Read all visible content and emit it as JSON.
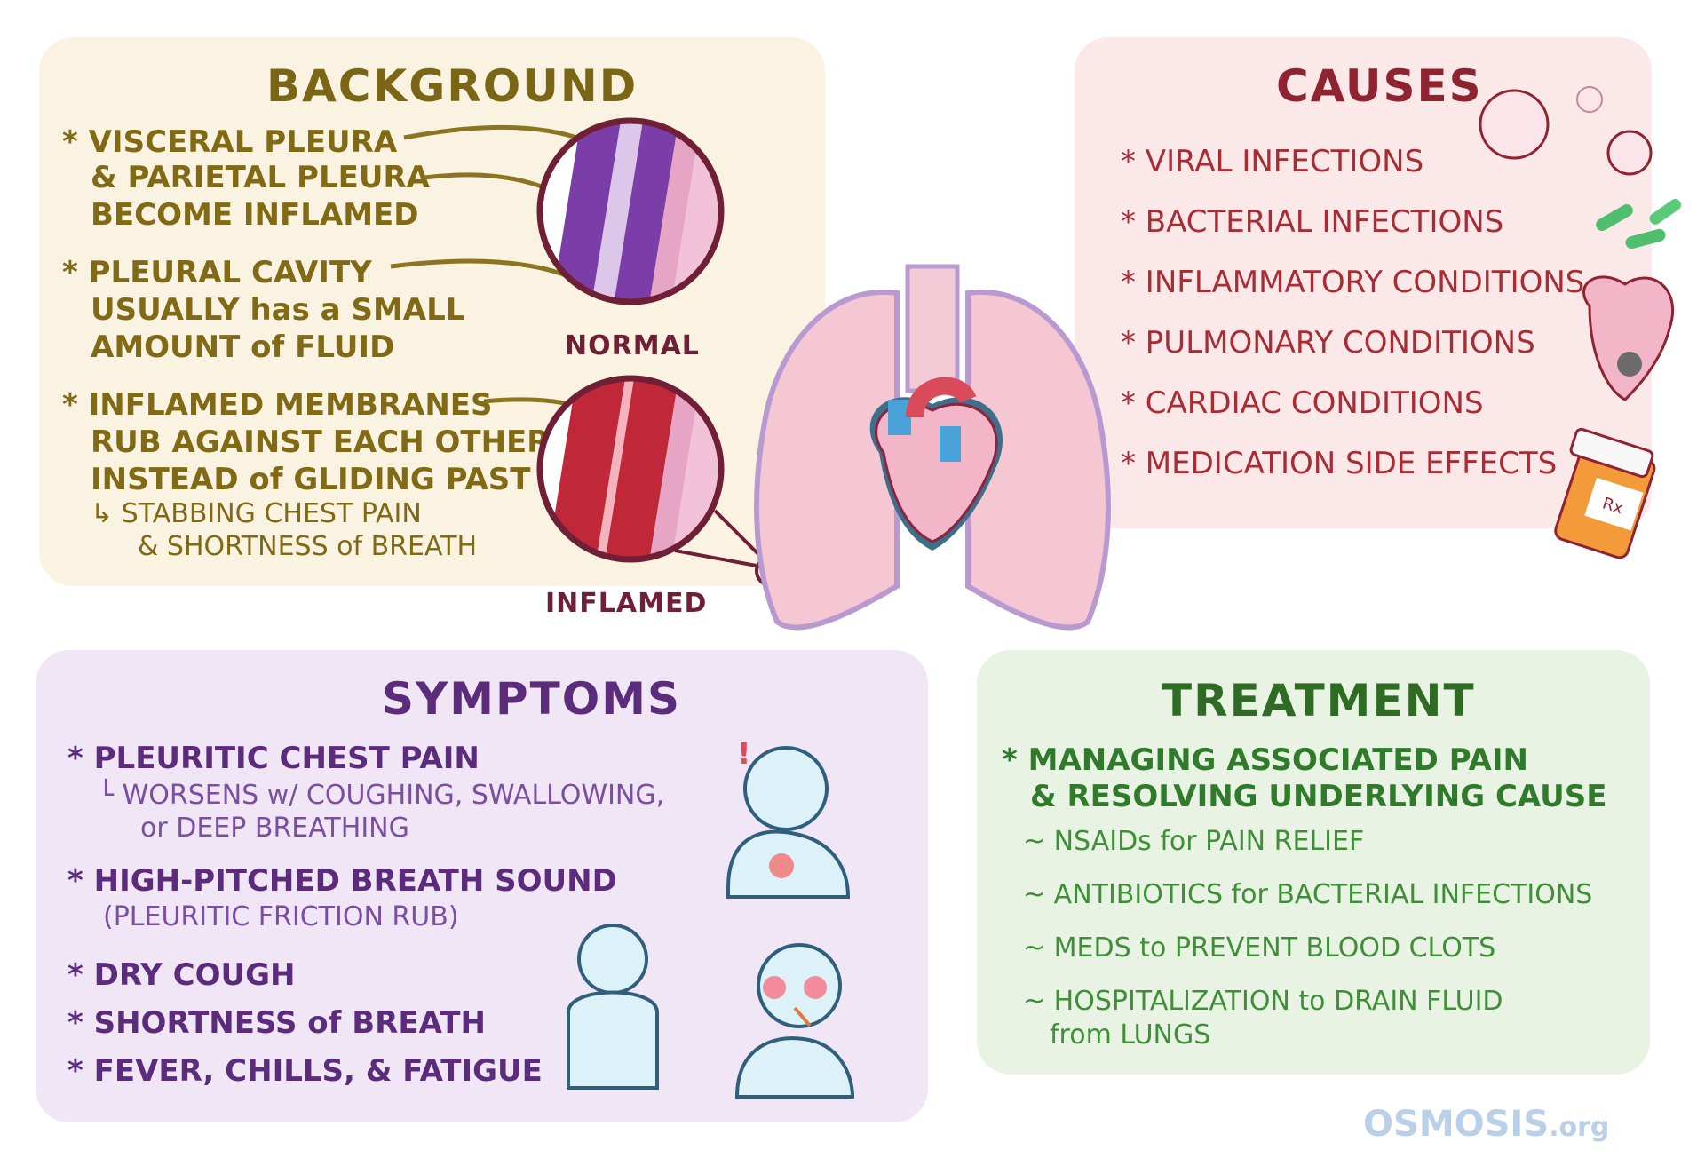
{
  "background": {
    "title": "BACKGROUND",
    "bullet1": [
      "* VISCERAL PLEURA",
      "& PARIETAL PLEURA",
      "BECOME INFLAMED"
    ],
    "bullet2": [
      "* PLEURAL CAVITY",
      "USUALLY has a SMALL",
      "AMOUNT of FLUID"
    ],
    "bullet3": [
      "* INFLAMED MEMBRANES",
      "RUB AGAINST EACH OTHER",
      "INSTEAD of GLIDING PAST"
    ],
    "sub": [
      "↳ STABBING CHEST PAIN",
      "& SHORTNESS of BREATH"
    ],
    "label_normal": "NORMAL",
    "label_inflamed": "INFLAMED"
  },
  "causes": {
    "title": "CAUSES",
    "items": [
      "* VIRAL INFECTIONS",
      "* BACTERIAL INFECTIONS",
      "* INFLAMMATORY CONDITIONS",
      "* PULMONARY CONDITIONS",
      "* CARDIAC CONDITIONS",
      "* MEDICATION SIDE EFFECTS"
    ],
    "rx_label": "Rx"
  },
  "symptoms": {
    "title": "SYMPTOMS",
    "item1": "* PLEURITIC CHEST PAIN",
    "item1_sub": [
      "└ WORSENS w/ COUGHING, SWALLOWING,",
      "or DEEP BREATHING"
    ],
    "item2": "* HIGH-PITCHED BREATH SOUND",
    "item2_sub": "(PLEURITIC FRICTION RUB)",
    "item3": "* DRY COUGH",
    "item4": "* SHORTNESS of BREATH",
    "item5": "* FEVER, CHILLS, & FATIGUE",
    "alert_mark": "!"
  },
  "treatment": {
    "title": "TREATMENT",
    "main": [
      "* MANAGING ASSOCIATED PAIN",
      "& RESOLVING UNDERLYING CAUSE"
    ],
    "items": [
      "~ NSAIDs for PAIN RELIEF",
      "~ ANTIBIOTICS for BACTERIAL INFECTIONS",
      "~ MEDS to PREVENT BLOOD CLOTS",
      "~ HOSPITALIZATION to DRAIN FLUID"
    ],
    "item_cont": "from LUNGS"
  },
  "logo": {
    "name": "OSMOSIS",
    "suffix": ".org"
  },
  "colors": {
    "background_text": "#806a15",
    "causes_text": "#a82c34",
    "symptoms_text": "#5b2c7c",
    "treatment_text": "#2f7a2b"
  }
}
